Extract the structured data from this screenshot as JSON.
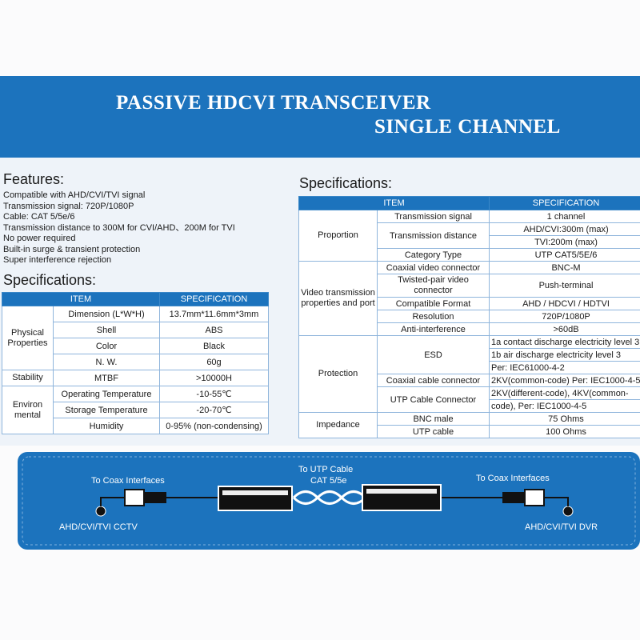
{
  "header": {
    "title_line1": "PASSIVE HDCVI TRANSCEIVER",
    "title_line2": "SINGLE CHANNEL"
  },
  "features": {
    "heading": "Features:",
    "items": [
      "Compatible with AHD/CVI/TVI signal",
      "Transmission signal: 720P/1080P",
      "Cable: CAT 5/5e/6",
      "Transmission distance to 300M for CVI/AHD、200M for TVI",
      "No power required",
      "Built-in surge & transient protection",
      "Super interference rejection"
    ]
  },
  "spec_left": {
    "heading": "Specifications:",
    "col_item": "ITEM",
    "col_spec": "SPECIFICATION",
    "groups": [
      {
        "label": "Physical Properties",
        "rows": [
          {
            "item": "Dimension (L*W*H)",
            "spec": "13.7mm*11.6mm*3mm"
          },
          {
            "item": "Shell",
            "spec": "ABS"
          },
          {
            "item": "Color",
            "spec": "Black"
          },
          {
            "item": "N. W.",
            "spec": "60g"
          }
        ]
      },
      {
        "label": "Stability",
        "rows": [
          {
            "item": "MTBF",
            "spec": ">10000H"
          }
        ]
      },
      {
        "label": "Environ mental",
        "rows": [
          {
            "item": "Operating Temperature",
            "spec": "-10-55℃"
          },
          {
            "item": "Storage Temperature",
            "spec": "-20-70℃"
          },
          {
            "item": "Humidity",
            "spec": "0-95% (non-condensing)"
          }
        ]
      }
    ]
  },
  "spec_right": {
    "heading": "Specifications:",
    "col_item": "ITEM",
    "col_spec": "SPECIFICATION",
    "proportion": "Proportion",
    "p_r1_item": "Transmission signal",
    "p_r1_spec": "1 channel",
    "p_r2_item": "Transmission distance",
    "p_r2_spec_a": "AHD/CVI:300m (max)",
    "p_r2_spec_b": "TVI:200m (max)",
    "p_r3_item": "Category Type",
    "p_r3_spec": "UTP CAT5/5E/6",
    "video": "Video transmission properties and port",
    "v_r1_item": "Coaxial video connector",
    "v_r1_spec": "BNC-M",
    "v_r2_item": "Twisted-pair video connector",
    "v_r2_spec": "Push-terminal",
    "v_r3_item": "Compatible Format",
    "v_r3_spec": "AHD / HDCVI / HDTVI",
    "v_r4_item": "Resolution",
    "v_r4_spec": "720P/1080P",
    "v_r5_item": "Anti-interference",
    "v_r5_spec": ">60dB",
    "protection": "Protection",
    "esd_item": "ESD",
    "esd_a": "1a contact discharge electricity level 3",
    "esd_b": "1b air discharge electricity level 3",
    "esd_c": "Per: IEC61000-4-2",
    "coax_item": "Coaxial cable connector",
    "coax_spec": "2KV(common-code) Per: IEC1000-4-5",
    "utp_item": "UTP Cable Connector",
    "utp_spec_a": "2KV(different-code), 4KV(common-",
    "utp_spec_b": "code), Per: IEC1000-4-5",
    "impedance": "Impedance",
    "i_r1_item": "BNC male",
    "i_r1_spec": "75 Ohms",
    "i_r2_item": "UTP cable",
    "i_r2_spec": "100 Ohms"
  },
  "diagram": {
    "left_coax": "To Coax Interfaces",
    "right_coax": "To Coax Interfaces",
    "utp_line1": "To UTP Cable",
    "utp_line2": "CAT 5/5e",
    "left_device": "AHD/CVI/TVI CCTV",
    "right_device": "AHD/CVI/TVI DVR"
  },
  "colors": {
    "brand_blue": "#1c73bd"
  }
}
